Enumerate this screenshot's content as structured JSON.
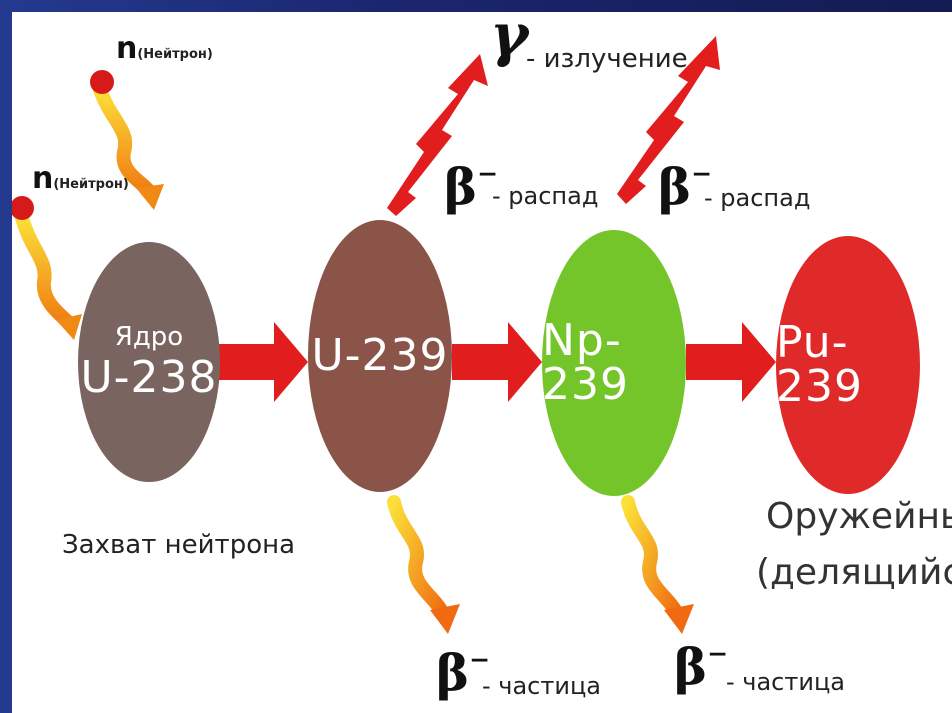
{
  "neutrons": [
    {
      "symbol": "n",
      "label": "(Нейтрон)"
    },
    {
      "symbol": "n",
      "label": "(Нейтрон)"
    }
  ],
  "nuclei": [
    {
      "sub": "Ядро",
      "label": "U-238",
      "color": "#7a6460"
    },
    {
      "sub": "",
      "label": "U-239",
      "color": "#8b5448"
    },
    {
      "sub": "",
      "label": "Np-239",
      "color": "#74c52a"
    },
    {
      "sub": "",
      "label": "Pu-239",
      "color": "#e02a2a"
    }
  ],
  "gamma": {
    "symbol": "γ",
    "text": "- излучение"
  },
  "decay": [
    {
      "symbol": "β",
      "sup": "−",
      "text": "- распад"
    },
    {
      "symbol": "β",
      "sup": "−",
      "text": "- распад"
    }
  ],
  "particles": [
    {
      "symbol": "β",
      "sup": "−",
      "text": "- частица"
    },
    {
      "symbol": "β",
      "sup": "−",
      "text": "- частица"
    }
  ],
  "captions": {
    "capture": "Захват нейтрона",
    "weapon_line1": "Оружейный",
    "weapon_line2": "(делящийся)"
  },
  "colors": {
    "arrow_red": "#e11d1d",
    "neutron_dot": "#d61a1a",
    "tail_orange": "#f6a017",
    "tail_yellow": "#fbe038"
  }
}
